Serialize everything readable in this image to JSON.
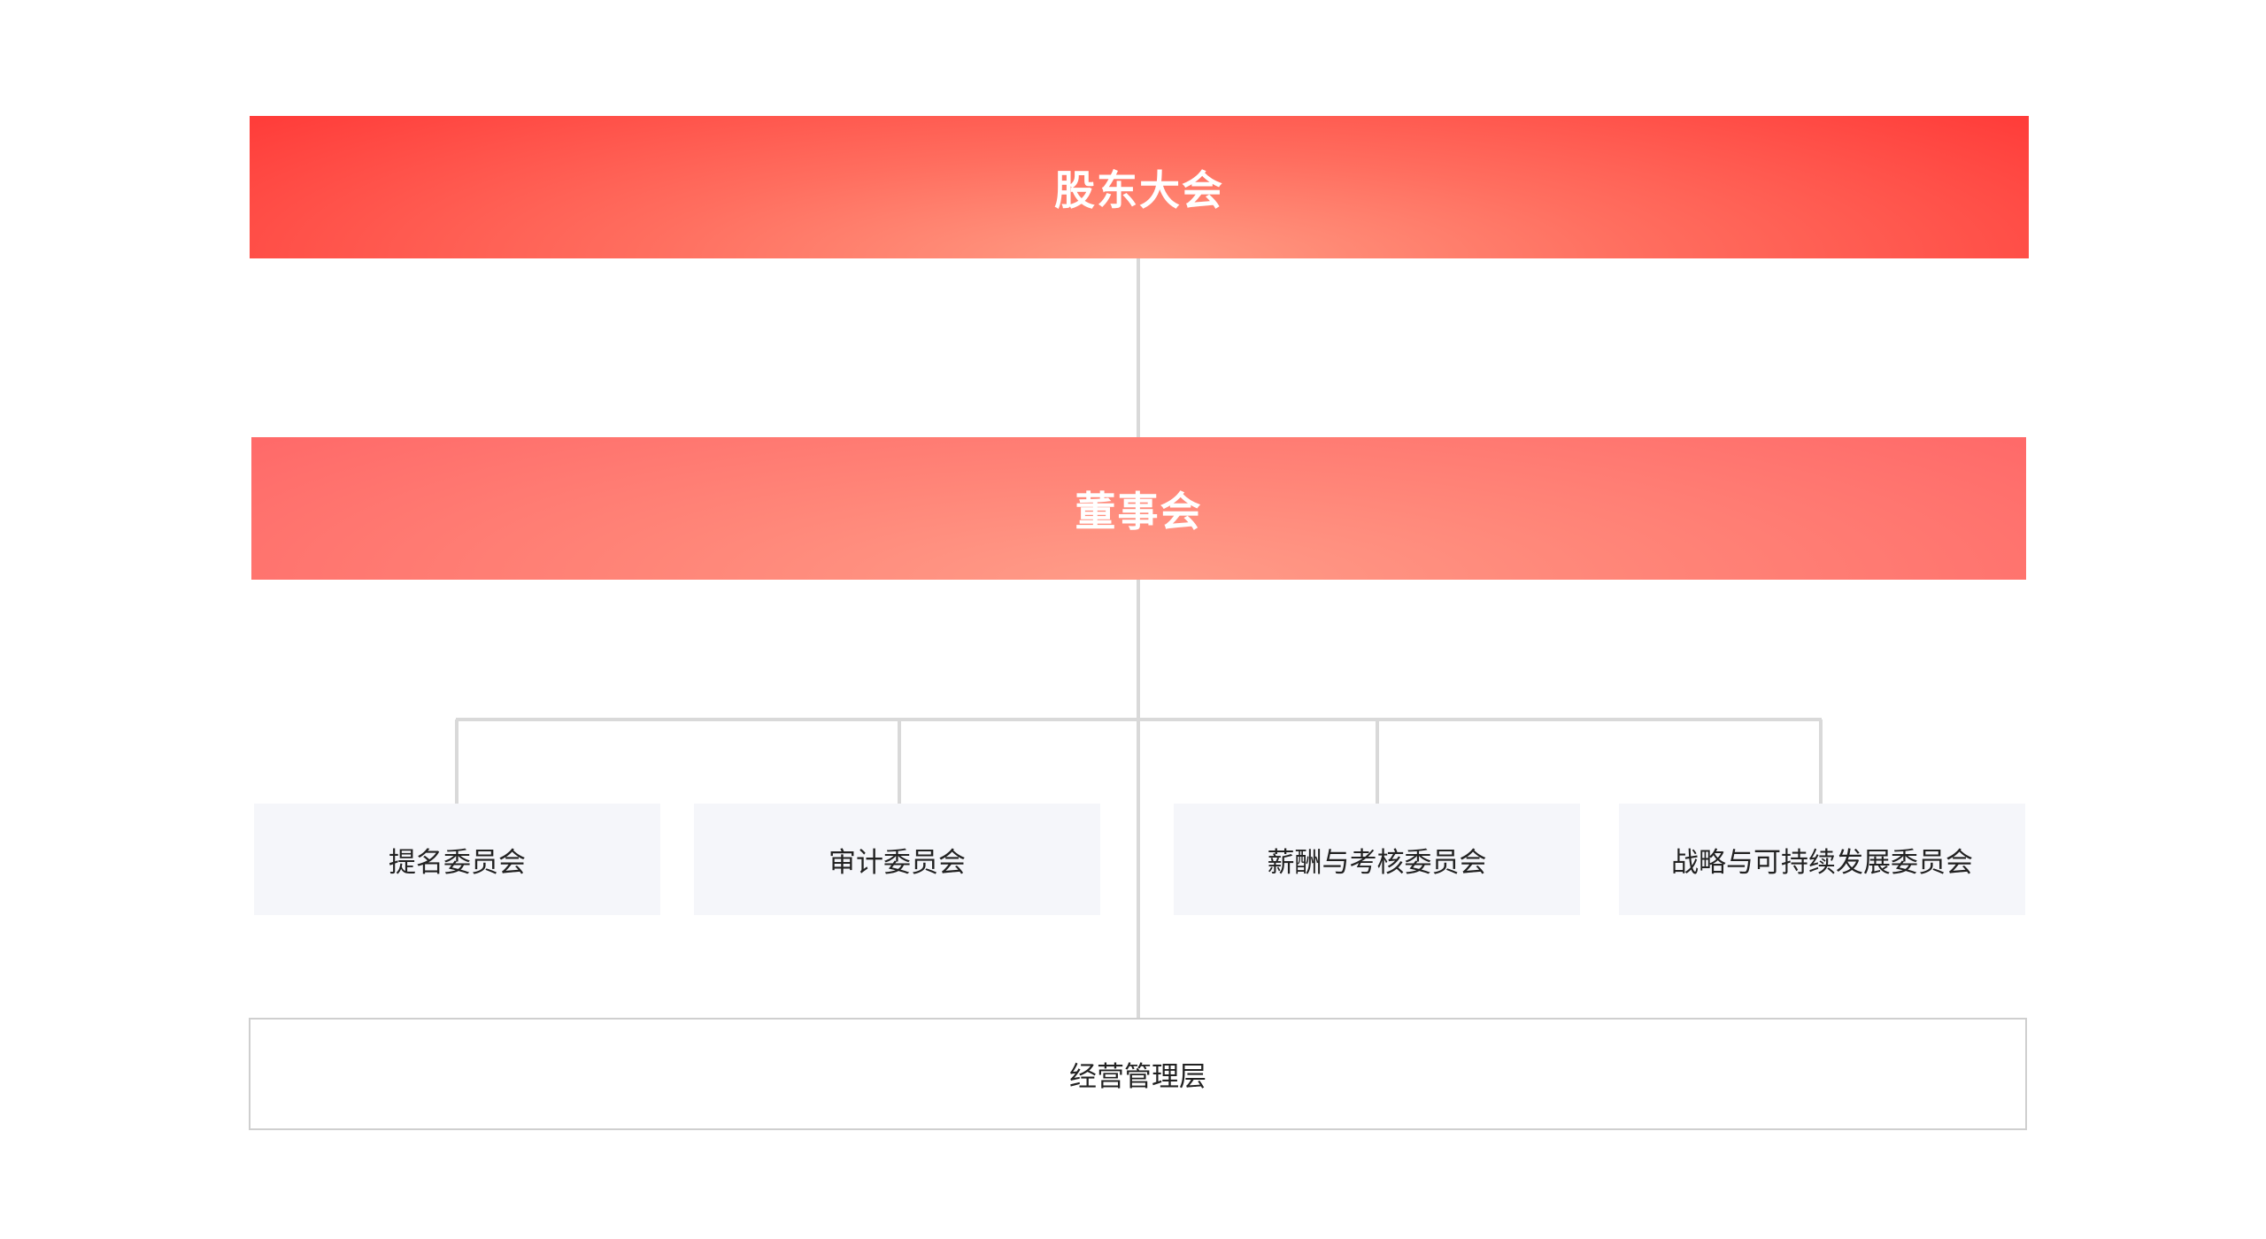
{
  "diagram": {
    "top_node": {
      "label": "股东大会",
      "color": "#ff3d3a"
    },
    "board_node": {
      "label": "董事会",
      "color": "#ff7a70"
    },
    "committees": [
      {
        "label": "提名委员会"
      },
      {
        "label": "审计委员会"
      },
      {
        "label": "薪酬与考核委员会"
      },
      {
        "label": "战略与可持续发展委员会"
      }
    ],
    "management_node": {
      "label": "经营管理层"
    },
    "connector_color": "#d9d9d9",
    "committee_fill": "#f5f6fa"
  }
}
